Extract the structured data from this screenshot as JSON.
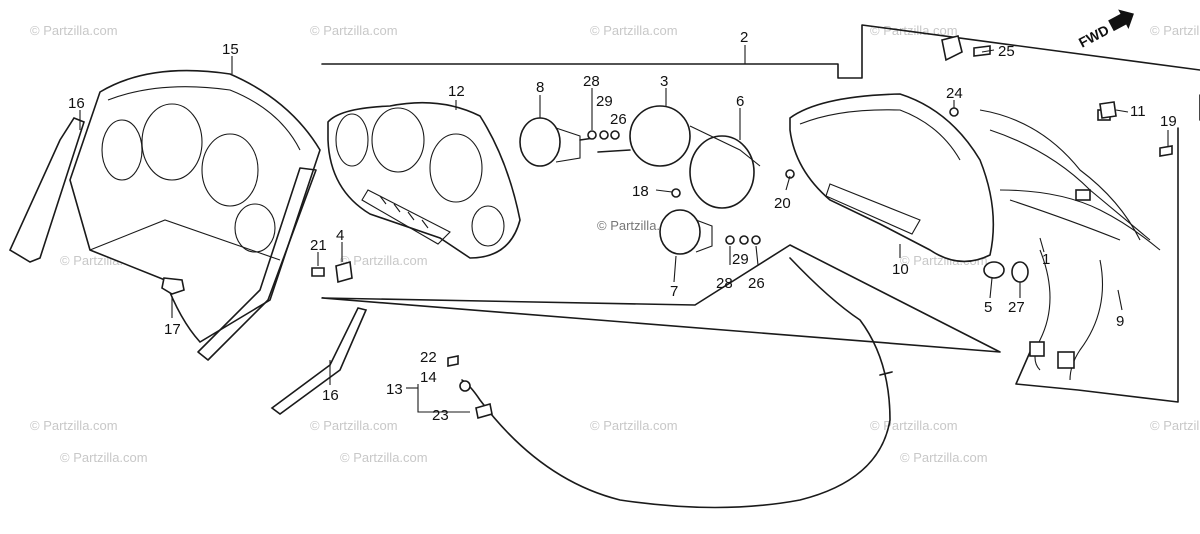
{
  "direction_label": "FWD",
  "watermark": "© Partzilla.com",
  "center_watermark": "© Partzilla.com",
  "callouts": {
    "c1": "1",
    "c2": "2",
    "c3": "3",
    "c4": "4",
    "c5": "5",
    "c6": "6",
    "c7": "7",
    "c8": "8",
    "c9": "9",
    "c10": "10",
    "c11": "11",
    "c12": "12",
    "c13": "13",
    "c14": "14",
    "c15": "15",
    "c16a": "16",
    "c16b": "16",
    "c17": "17",
    "c18": "18",
    "c19": "19",
    "c20": "20",
    "c21": "21",
    "c22": "22",
    "c23": "23",
    "c24": "24",
    "c25": "25",
    "c26a": "26",
    "c26b": "26",
    "c27": "27",
    "c28a": "28",
    "c28b": "28",
    "c29a": "29",
    "c29b": "29"
  }
}
